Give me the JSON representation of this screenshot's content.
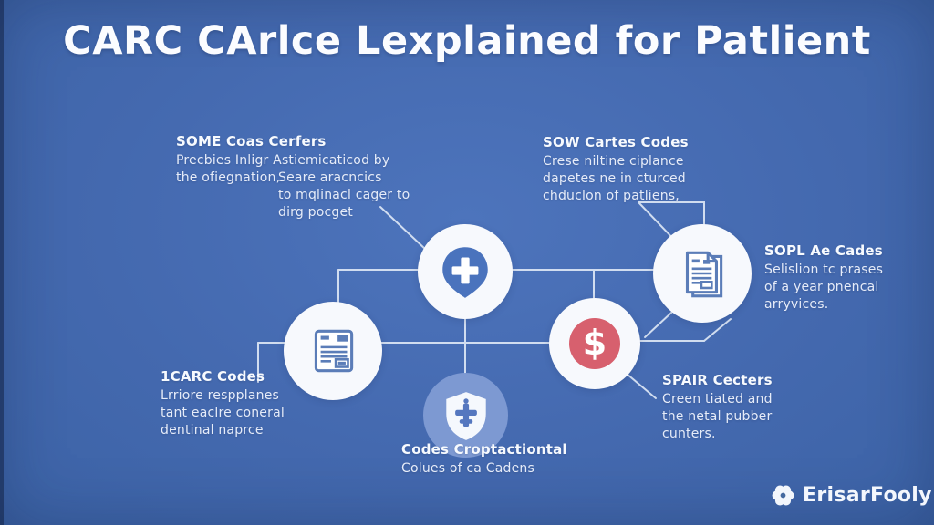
{
  "title": "CARC CArlce Lexplained for Patlient",
  "colors": {
    "background": "#4469af",
    "connector_line": "#dde7f5",
    "icon_stroke": "#5b7db8",
    "pin_fill": "#4a73bd",
    "dollar_red": "#d7606e",
    "shield_circle_bg": "#7d99d2",
    "body_text": "#e6ecf9"
  },
  "blocks": {
    "some_coas": {
      "heading": "SOME Coas Cerfers",
      "line1": "Precbies Inligr Astiemicaticod by",
      "line2": "the ofiegnation,",
      "indent1": "Seare aracncics",
      "indent2": "to mqlinacl cager to",
      "indent3": "dirg pocget"
    },
    "sow_cartes": {
      "heading": "SOW Cartes Codes",
      "line1": "Crese niltine ciplance",
      "line2": "dapetes ne in cturced",
      "line3": "chduclon of patliens,"
    },
    "sopl_ae": {
      "heading": "SOPL Ae Cades",
      "line1": "Selislion tc prases",
      "line2": "of a year pnencal",
      "line3": "arryvices."
    },
    "carc_codes": {
      "heading": "1CARC Codes",
      "line1": "Lrriore respplanes",
      "line2": "tant eaclre coneral",
      "line3": "dentinal naprce"
    },
    "codes_crop": {
      "heading": "Codes Croptactiontal",
      "line1": "Colues of ca Cadens"
    },
    "spair": {
      "heading": "SPAIR Cecters",
      "line1": "Creen tiated and",
      "line2": "the netal pubber",
      "line3": "cunters."
    }
  },
  "icons": {
    "plus_pin": "medical-plus-pin",
    "document_right": "document-pages",
    "document_left": "form-document",
    "dollar": "dollar-coin",
    "dollar_sign": "$",
    "shield": "shield-with-cross",
    "logo_flower": "flower-gear"
  },
  "logo": {
    "text": "ErisarFooly"
  }
}
